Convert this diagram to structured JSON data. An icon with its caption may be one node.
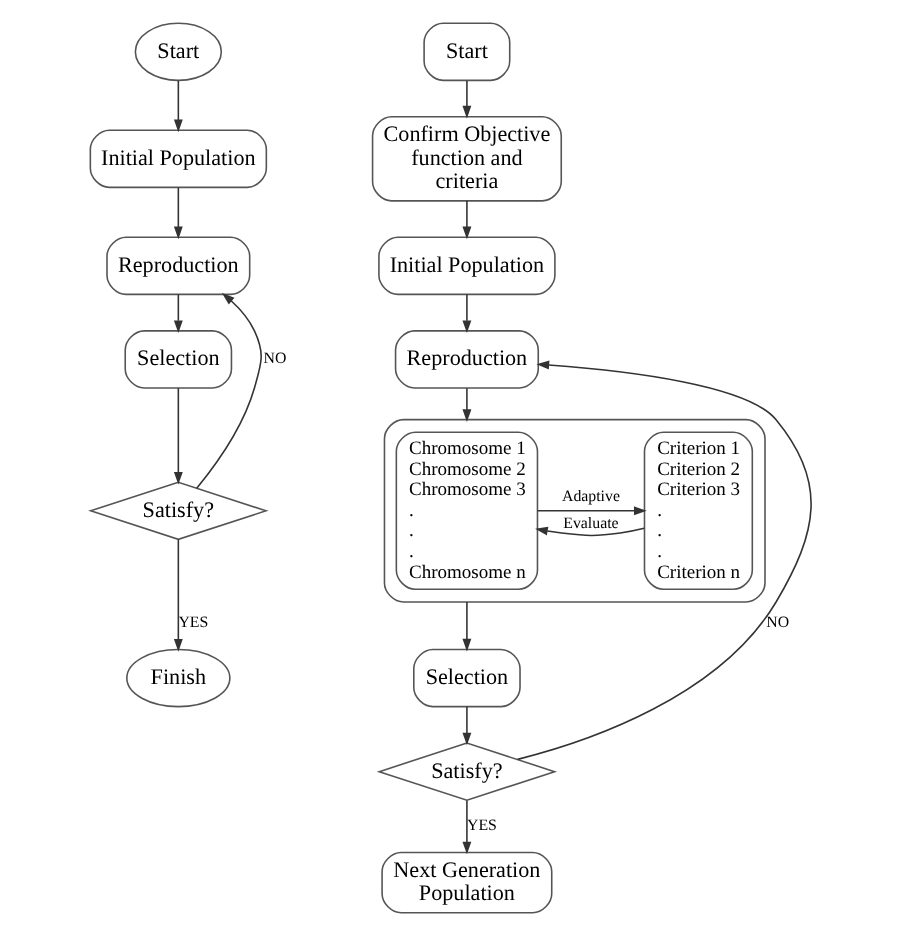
{
  "diagram": {
    "nodes": [
      {
        "text": [
          "Start"
        ]
      },
      {
        "text": [
          "Initial Population"
        ]
      },
      {
        "text": [
          "Reproduction"
        ]
      },
      {
        "text": [
          "Selection"
        ]
      },
      {
        "text": [
          "Satisfy?"
        ]
      },
      {
        "text": [
          "Finish"
        ]
      },
      {
        "text": [
          "Start"
        ]
      },
      {
        "text": [
          "Confirm Objective function and criteria"
        ]
      },
      {
        "text": [
          "Initial Population"
        ]
      },
      {
        "text": [
          "Reproduction"
        ]
      },
      {
        "text": [],
        "shape": "box"
      },
      {
        "text": [
          "Chromosome 1",
          "Chromosome 2",
          "Chromosome 3",
          ".",
          ".",
          ".",
          "Chromosome n"
        ],
        "in": 10
      },
      {
        "text": [
          "Criterion 1",
          "Criterion 2",
          "Criterion 3",
          ".",
          ".",
          ".",
          "Criterion n"
        ],
        "in": 10
      },
      {
        "text": [
          "Selection"
        ]
      },
      {
        "text": [
          "Satisfy?"
        ]
      },
      {
        "text": [
          "Next Generation Population"
        ]
      }
    ],
    "edges": [
      {
        "from": 0,
        "to": 1,
        "arrow": "to"
      },
      {
        "from": 1,
        "to": 2,
        "arrow": "to"
      },
      {
        "from": 2,
        "to": 3,
        "arrow": "to"
      },
      {
        "from": 3,
        "to": 4,
        "arrow": "to"
      },
      {
        "from": 4,
        "to": 5,
        "arrow": "to",
        "label": "YES"
      },
      {
        "from": 4,
        "to": 2,
        "arrow": "to",
        "label": "NO"
      },
      {
        "from": 6,
        "to": 7,
        "arrow": "to"
      },
      {
        "from": 7,
        "to": 8,
        "arrow": "to"
      },
      {
        "from": 8,
        "to": 9,
        "arrow": "to"
      },
      {
        "from": 9,
        "to": 10,
        "arrow": "to"
      },
      {
        "from": 11,
        "to": 12,
        "arrow": "to",
        "label": "Adaptive"
      },
      {
        "from": 12,
        "to": 11,
        "arrow": "to",
        "label": "Evaluate"
      },
      {
        "from": 10,
        "to": 13,
        "arrow": "to"
      },
      {
        "from": 13,
        "to": 14,
        "arrow": "to"
      },
      {
        "from": 14,
        "to": 15,
        "arrow": "to",
        "label": "YES"
      },
      {
        "from": 14,
        "to": 9,
        "arrow": "to",
        "label": "NO"
      }
    ]
  }
}
